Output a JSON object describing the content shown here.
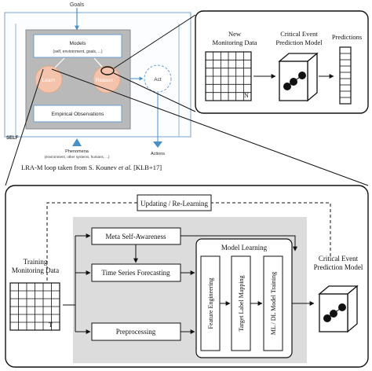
{
  "lra": {
    "goals": "Goals",
    "models_title": "Models",
    "models_sub": "(self, environment, goals, ...)",
    "learn": "Learn",
    "reason": "Reason",
    "act": "Act",
    "empirical": "Empirical Observations",
    "self_label": "SELF",
    "phenomena": "Phenomena",
    "phenomena_sub": "(environment, other systems, humans, ...)",
    "actions": "Actions",
    "caption_pre": "LRA-M loop taken from S. Kounev ",
    "caption_em": "et al.",
    "caption_post": " [KLB+17]"
  },
  "prediction": {
    "new_data_l1": "New",
    "new_data_l2": "Monitoring Data",
    "matrix_n": "N",
    "model_l1": "Critical Event",
    "model_l2": "Prediction Model",
    "predictions": "Predictions"
  },
  "learning": {
    "updating": "Updating / Re-Learning",
    "training_l1": "Training",
    "training_l2": "Monitoring Data",
    "matrix_t": "T",
    "meta": "Meta Self-Awareness",
    "tsf": "Time Series Forecasting",
    "preprocessing": "Preprocessing",
    "model_learning": "Model Learning",
    "feature_eng": "Feature Engineering",
    "target_label": "Target Label Mapping",
    "ml_training": "ML / DL Model Training",
    "output_l1": "Critical Event",
    "output_l2": "Prediction Model"
  }
}
